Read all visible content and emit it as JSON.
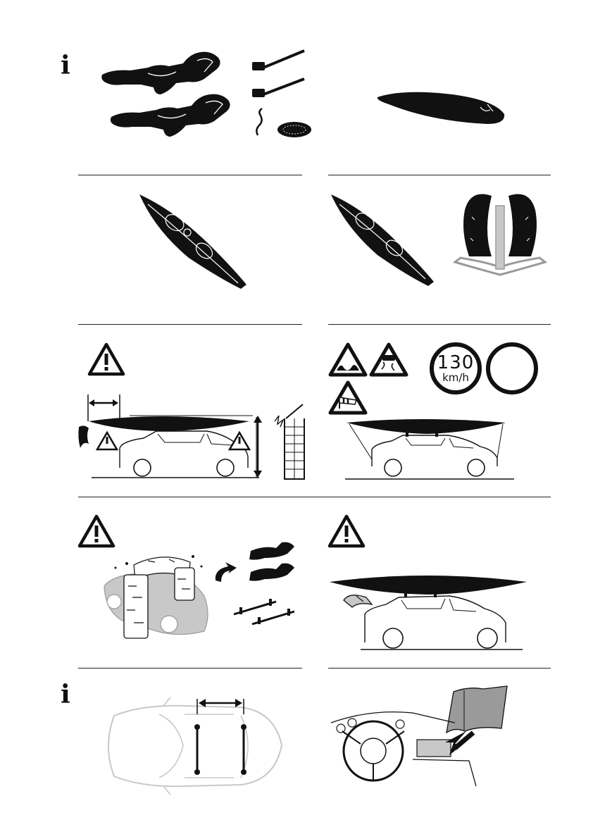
{
  "info_symbol": "i",
  "speed_sign": {
    "value": "130",
    "unit": "km/h"
  },
  "colors": {
    "ink": "#111111",
    "grey": "#c8c8c8",
    "light_grey": "#9a9a9a"
  },
  "icons": [
    "info-icon",
    "warning-triangle-icon",
    "bumpy-road-icon",
    "slippery-road-icon",
    "crosswind-icon",
    "speed-limit-sign",
    "no-vehicles-sign"
  ]
}
